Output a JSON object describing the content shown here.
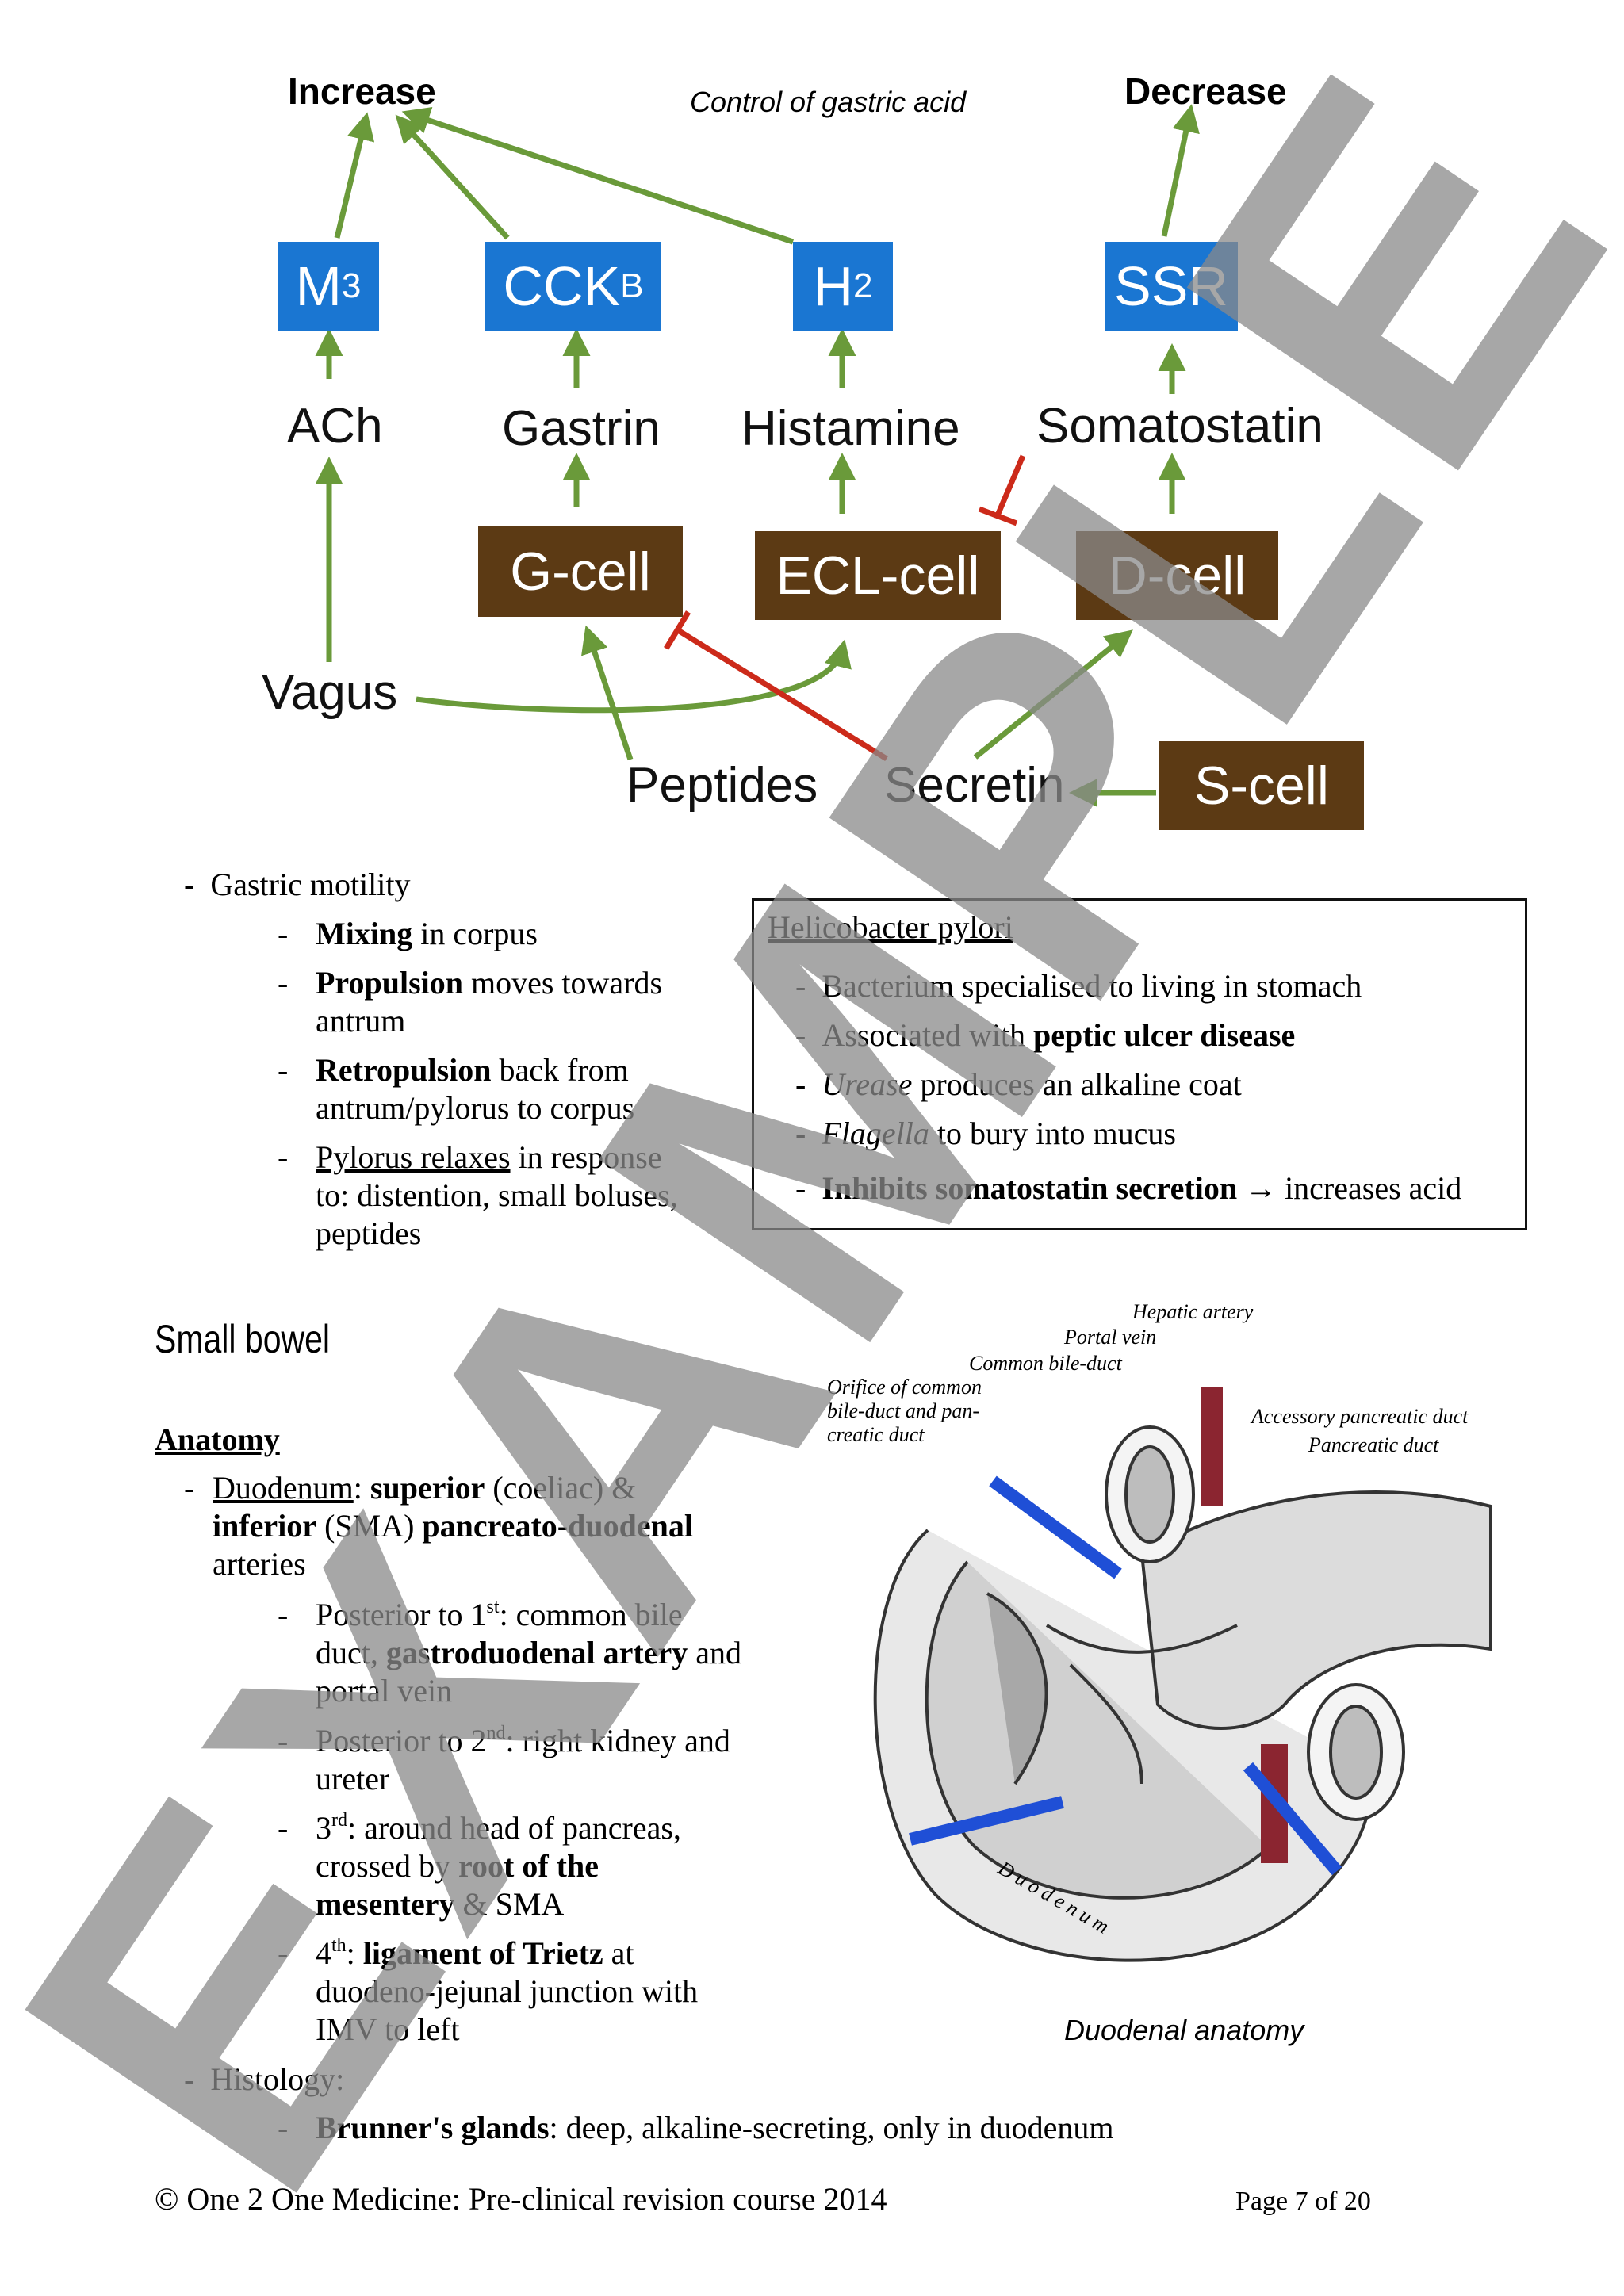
{
  "diagram": {
    "caption": "Control of gastric acid",
    "increase": "Increase",
    "decrease": "Decrease",
    "receptors": {
      "m3_main": "M",
      "m3_sub": "3",
      "cckb_main": "CCK",
      "cckb_sub": "B",
      "h2_main": "H",
      "h2_sub": "2",
      "ssr": "SSR"
    },
    "mediators": {
      "ach": "ACh",
      "gastrin": "Gastrin",
      "histamine": "Histamine",
      "somatostatin": "Somatostatin"
    },
    "cells": {
      "g": "G-cell",
      "ecl": "ECL-cell",
      "d": "D-cell",
      "s": "S-cell"
    },
    "stimuli": {
      "vagus": "Vagus",
      "peptides": "Peptides",
      "secretin": "Secretin"
    },
    "colors": {
      "receptor": "#1a76d2",
      "cell": "#5c3a14",
      "stimulate": "#6a9a3a",
      "inhibit": "#cc2a1a"
    }
  },
  "motility": {
    "heading": "Gastric motility",
    "items": [
      {
        "bold": "Mixing",
        "rest": " in corpus"
      },
      {
        "bold": "Propulsion",
        "rest": " moves towards",
        "line2": "antrum"
      },
      {
        "bold": "Retropulsion",
        "rest": " back from",
        "line2": "antrum/pylorus to corpus"
      },
      {
        "underline": "Pylorus relaxes",
        "rest": " in response",
        "line2": "to: distention, small boluses,",
        "line3": "peptides"
      }
    ]
  },
  "hpylori": {
    "title": "Helicobacter pylori",
    "items": [
      {
        "text": "Bacterium specialised to living in stomach"
      },
      {
        "pre": "Associated with ",
        "bold": "peptic ulcer disease"
      },
      {
        "italic": "Urease",
        "rest": " produces an alkaline coat"
      },
      {
        "italic": "Flagella",
        "rest": " to bury into mucus"
      },
      {
        "bold": "Inhibits somatostatin secretion",
        "arrow": " → ",
        "rest": "increases acid"
      }
    ]
  },
  "small_bowel": {
    "heading": "Small bowel",
    "anatomy_heading": "Anatomy",
    "duodenum": {
      "label": "Duodenum",
      "l1_a": ": ",
      "l1_b": "superior",
      "l1_c": " (coeliac) &",
      "l2_a": "inferior",
      "l2_b": " (SMA) ",
      "l2_c": "pancreato-duodenal",
      "l3": "arteries"
    },
    "parts": [
      {
        "a": "Posterior to 1",
        "sup": "st",
        "b": ": common bile",
        "l2_a": "duct, ",
        "l2_bold": "gastroduodenal artery",
        "l2_b": " and",
        "l3": "portal vein"
      },
      {
        "a": "Posterior to 2",
        "sup": "nd",
        "b": ": right kidney and",
        "l2": "ureter"
      },
      {
        "a": "3",
        "sup": "rd",
        "b": ": around head of pancreas,",
        "l2_a": "crossed by ",
        "l2_bold": "root of the",
        "l3_bold": "mesentery",
        "l3_b": " & SMA"
      },
      {
        "a": "4",
        "sup": "th",
        "b": ": ",
        "bold": "ligament of Trietz",
        "c": " at",
        "l2": "duodeno-jejunal junction with",
        "l3": "IMV to left"
      }
    ],
    "histology_heading": "Histology:",
    "histology_items": [
      {
        "bold": "Brunner's glands",
        "rest": ": deep, alkaline-secreting, only in duodenum"
      }
    ]
  },
  "figure": {
    "caption": "Duodenal anatomy",
    "labels": {
      "hepatic_artery": "Hepatic artery",
      "portal_vein": "Portal vein",
      "common_bile_duct": "Common bile-duct",
      "orifice_1": "Orifice of common",
      "orifice_2": "bile-duct and pan-",
      "orifice_3": "creatic duct",
      "accessory_duct": "Accessory pancreatic duct",
      "pancreatic_duct": "Pancreatic duct",
      "duodenum": "Duodenum"
    }
  },
  "footer": {
    "copyright": "© One 2 One Medicine: Pre-clinical revision course 2014",
    "page": "Page 7 of 20"
  },
  "watermark": "EXAMPLE"
}
